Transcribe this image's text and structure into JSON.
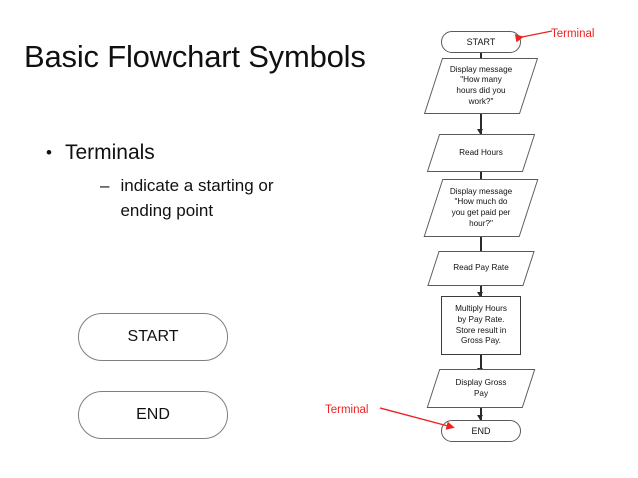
{
  "slide": {
    "title": "Basic Flowchart Symbols",
    "background_color": "#ffffff",
    "text_color": "#111111"
  },
  "body": {
    "bullet_glyph": "•",
    "dash_glyph": "–",
    "level1": "Terminals",
    "level2_line1": "indicate a starting or",
    "level2_line2": "ending point"
  },
  "sample_shapes": [
    {
      "name": "start",
      "label": "START",
      "shape": "terminal"
    },
    {
      "name": "end",
      "label": "END",
      "shape": "terminal"
    }
  ],
  "annotations": {
    "color": "#ee2222",
    "top_label": "Terminal",
    "bottom_label": "Terminal"
  },
  "chart_data": {
    "type": "flowchart",
    "title": "Gross Pay Calculation Flowchart",
    "orientation": "top-to-bottom",
    "nodes": [
      {
        "id": "n1",
        "shape": "terminal",
        "label": "START"
      },
      {
        "id": "n2",
        "shape": "parallelogram",
        "label": "Display message \"How many hours did you work?\""
      },
      {
        "id": "n3",
        "shape": "parallelogram",
        "label": "Read Hours"
      },
      {
        "id": "n4",
        "shape": "parallelogram",
        "label": "Display message \"How much do you get paid per hour?\""
      },
      {
        "id": "n5",
        "shape": "parallelogram",
        "label": "Read Pay Rate"
      },
      {
        "id": "n6",
        "shape": "rectangle",
        "label": "Multiply Hours by Pay Rate. Store result in Gross Pay."
      },
      {
        "id": "n7",
        "shape": "parallelogram",
        "label": "Display Gross Pay"
      },
      {
        "id": "n8",
        "shape": "terminal",
        "label": "END"
      }
    ],
    "edges": [
      {
        "from": "n1",
        "to": "n2"
      },
      {
        "from": "n2",
        "to": "n3"
      },
      {
        "from": "n3",
        "to": "n4"
      },
      {
        "from": "n4",
        "to": "n5"
      },
      {
        "from": "n5",
        "to": "n6"
      },
      {
        "from": "n6",
        "to": "n7"
      },
      {
        "from": "n7",
        "to": "n8"
      }
    ],
    "node_text_lines": {
      "n1": [
        "START"
      ],
      "n2": [
        "Display message",
        "\"How many",
        "hours did you",
        "work?\""
      ],
      "n3": [
        "Read Hours"
      ],
      "n4": [
        "Display message",
        "\"How much do",
        "you get paid per",
        "hour?\""
      ],
      "n5": [
        "Read Pay Rate"
      ],
      "n6": [
        "Multiply Hours",
        "by Pay Rate.",
        "Store result in",
        "Gross Pay."
      ],
      "n7": [
        "Display Gross",
        "Pay"
      ],
      "n8": [
        "END"
      ]
    },
    "callouts": [
      {
        "text": "Terminal",
        "points_to": "n1"
      },
      {
        "text": "Terminal",
        "points_to": "n8"
      }
    ]
  }
}
